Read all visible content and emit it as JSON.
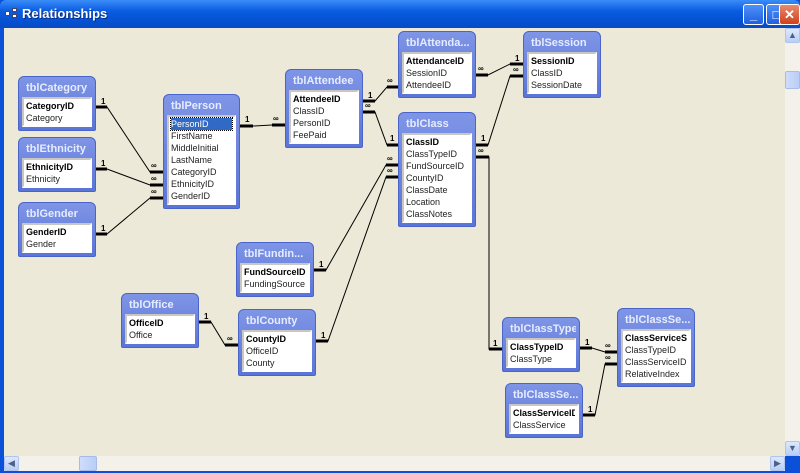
{
  "window": {
    "title": "Relationships",
    "minimize": "_",
    "maximize": "□",
    "close": "✕"
  },
  "tables": {
    "category": {
      "name": "tblCategory",
      "fields": [
        "CategoryID",
        "Category"
      ]
    },
    "ethnicity": {
      "name": "tblEthnicity",
      "fields": [
        "EthnicityID",
        "Ethnicity"
      ]
    },
    "gender": {
      "name": "tblGender",
      "fields": [
        "GenderID",
        "Gender"
      ]
    },
    "person": {
      "name": "tblPerson",
      "fields": [
        "PersonID",
        "FirstName",
        "MiddleInitial",
        "LastName",
        "CategoryID",
        "EthnicityID",
        "GenderID"
      ]
    },
    "attendee": {
      "name": "tblAttendee",
      "fields": [
        "AttendeeID",
        "ClassID",
        "PersonID",
        "FeePaid"
      ]
    },
    "attendance": {
      "name": "tblAttenda...",
      "fields": [
        "AttendanceID",
        "SessionID",
        "AttendeeID"
      ]
    },
    "session": {
      "name": "tblSession",
      "fields": [
        "SessionID",
        "ClassID",
        "SessionDate"
      ]
    },
    "class": {
      "name": "tblClass",
      "fields": [
        "ClassID",
        "ClassTypeID",
        "FundSourceID",
        "CountyID",
        "ClassDate",
        "Location",
        "ClassNotes"
      ]
    },
    "funding": {
      "name": "tblFundin...",
      "fields": [
        "FundSourceID",
        "FundingSource"
      ]
    },
    "office": {
      "name": "tblOffice",
      "fields": [
        "OfficeID",
        "Office"
      ]
    },
    "county": {
      "name": "tblCounty",
      "fields": [
        "CountyID",
        "OfficeID",
        "County"
      ]
    },
    "classtype": {
      "name": "tblClassType",
      "fields": [
        "ClassTypeID",
        "ClassType"
      ]
    },
    "classserviceselect": {
      "name": "tblClassSe...",
      "fields": [
        "ClassServiceSelectID",
        "ClassTypeID",
        "ClassServiceID",
        "RelativeIndex"
      ]
    },
    "classservice": {
      "name": "tblClassSe...",
      "fields": [
        "ClassServiceID",
        "ClassService"
      ]
    }
  },
  "labels": {
    "one": "1",
    "many": "∞"
  }
}
